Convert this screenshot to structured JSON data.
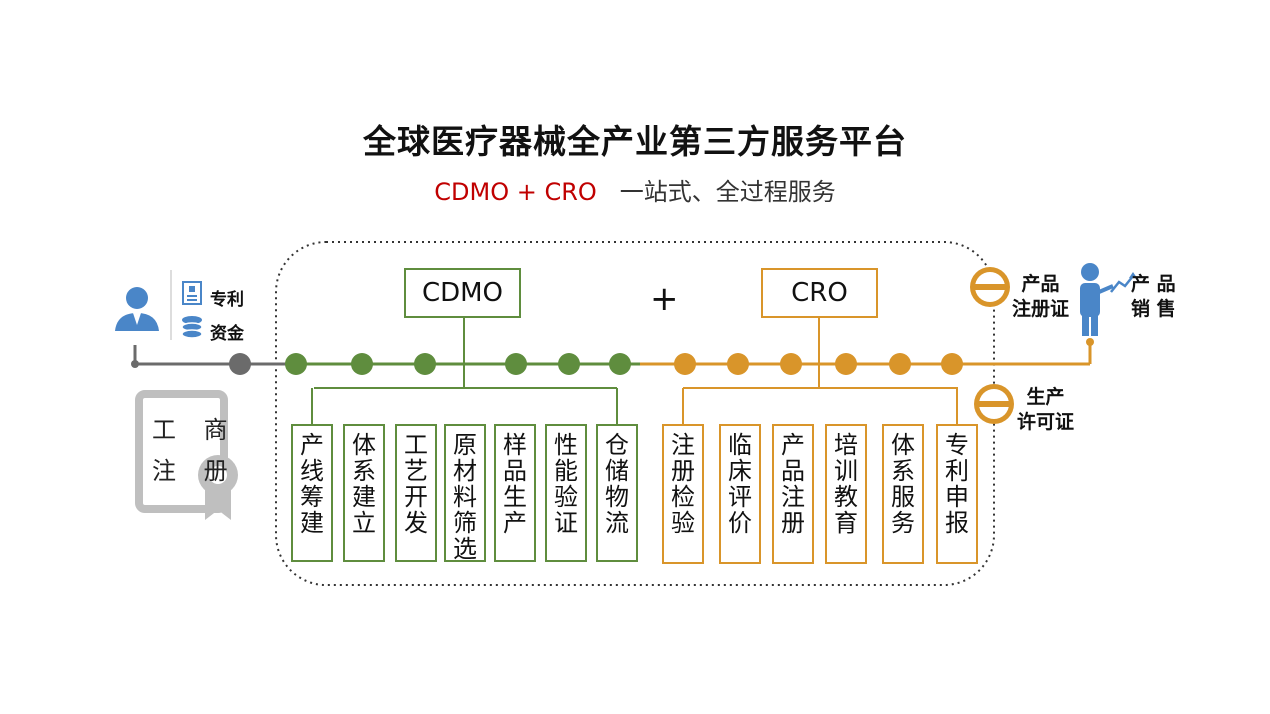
{
  "title": "全球医疗器械全产业第三方服务平台",
  "subtitle": {
    "part1": "CDMO + CRO",
    "part2": "一站式、全过程服务"
  },
  "plus": "+",
  "cdmo": {
    "label": "CDMO",
    "color": "#5f8d3e",
    "items": [
      "产线筹建",
      "体系建立",
      "工艺开发",
      "原材料筛选",
      "样品生产",
      "性能验证",
      "仓储物流"
    ]
  },
  "cro": {
    "label": "CRO",
    "color": "#d9952a",
    "items": [
      "注册检验",
      "临床评价",
      "产品注册",
      "培训教育",
      "体系服务",
      "专利申报"
    ]
  },
  "left": {
    "patent": "专利",
    "funds": "资金",
    "cert_line1": "工 商",
    "cert_line2": "注 册",
    "person_icon": "businessman-icon",
    "doc_icon": "document-icon",
    "coin_icon": "coins-icon"
  },
  "right": {
    "reg_cert": [
      "产品",
      "注册证"
    ],
    "prod_license": [
      "生产",
      "许可证"
    ],
    "sales": [
      "产 品",
      "销 售"
    ],
    "badge_icon": "badge-icon",
    "presenter_icon": "presenter-icon"
  }
}
